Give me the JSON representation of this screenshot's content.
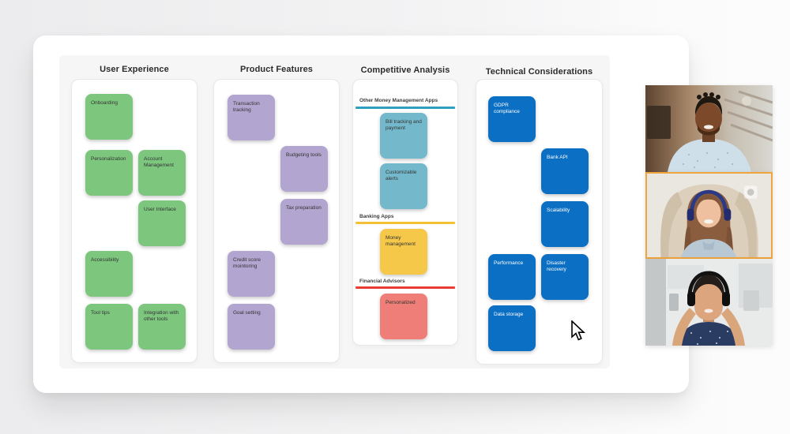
{
  "board": {
    "columns": [
      {
        "title": "User Experience",
        "note_color": "#7dc67e",
        "notes": [
          "Onboarding",
          "Personalization",
          "Account Management",
          "User Interface",
          "Accessibility",
          "Tool tips",
          "Integration with other tools"
        ]
      },
      {
        "title": "Product Features",
        "note_color": "#b2a5cf",
        "notes": [
          "Transaction tracking",
          "Budgeting tools",
          "Tax preparation",
          "Credit score mointoring",
          "Goal setting"
        ]
      },
      {
        "title": "Competitive Analysis",
        "sections": [
          {
            "label": "Other Money Management Apps",
            "underline_color": "#2f9fc0",
            "note_color": "#74b9cb",
            "notes": [
              "Bill tracking and payment",
              "Customizable alerts"
            ]
          },
          {
            "label": "Banking Apps",
            "underline_color": "#f2c138",
            "note_color": "#f6c84a",
            "notes": [
              "Money management"
            ]
          },
          {
            "label": "Financial Advisors",
            "underline_color": "#e93c35",
            "note_color": "#ee7e77",
            "notes": [
              "Personalized"
            ]
          }
        ]
      },
      {
        "title": "Technical Considerations",
        "note_color": "#0b6fc3",
        "notes": [
          "GDPR compliance",
          "Bank API",
          "Scalability",
          "Performance",
          "Disaster recovery",
          "Data storage"
        ]
      }
    ]
  },
  "video_call": {
    "active_border_color": "#f0a43c",
    "participants": [
      {
        "id": "participant-1",
        "description": "man smiling in patterned shirt",
        "active": false
      },
      {
        "id": "participant-2",
        "description": "woman wearing headset in armchair",
        "active": true
      },
      {
        "id": "participant-3",
        "description": "woman with headphones in kitchen",
        "active": false
      }
    ]
  }
}
